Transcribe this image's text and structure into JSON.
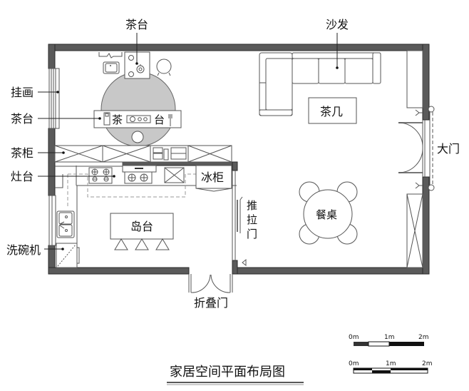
{
  "title": "家居空间平面布局图",
  "labels": {
    "tea_table_top": "茶台",
    "sofa": "沙发",
    "painting": "挂画",
    "tea_table_left": "茶台",
    "tea_cabinet": "茶柜",
    "stove": "灶台",
    "dishwasher": "洗碗机",
    "island": "岛台",
    "freezer": "冰柜",
    "sliding_door_1": "推",
    "sliding_door_2": "拉",
    "sliding_door_3": "门",
    "folding_door": "折叠门",
    "coffee_table": "茶几",
    "dining_table": "餐桌",
    "main_door": "大门",
    "tea_counter_char1": "茶",
    "tea_counter_char2": "台"
  },
  "scale_bars": [
    {
      "ticks": [
        "0m",
        "1m",
        "2m"
      ]
    },
    {
      "ticks": [
        "0m",
        "1m",
        "2m"
      ]
    }
  ],
  "colors": {
    "wall": "#5a5a5a",
    "tea_area": "#c8c8c8",
    "line": "#555555"
  }
}
